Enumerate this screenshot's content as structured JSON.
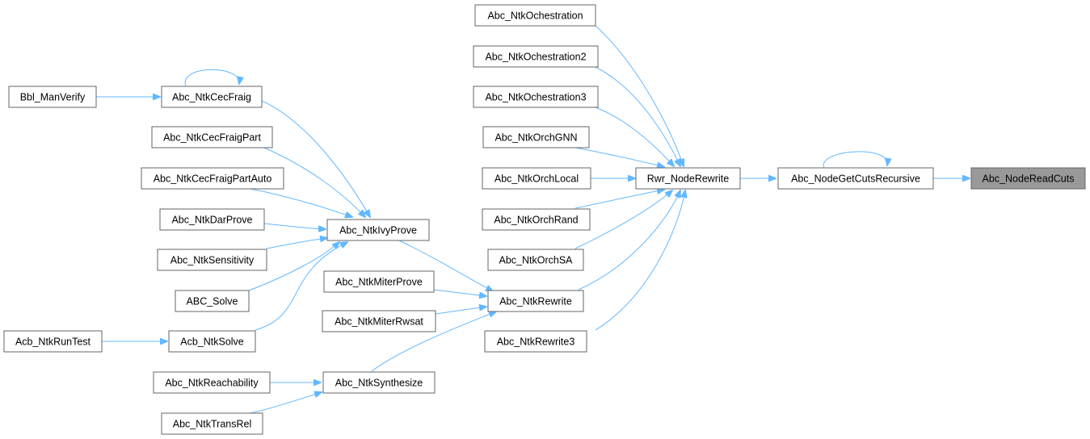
{
  "colors": {
    "edge": "#63b8ff",
    "current_fill": "#999999",
    "border": "#666666"
  },
  "nodes": {
    "bbl_manverify": "Bbl_ManVerify",
    "cecfraig": "Abc_NtkCecFraig",
    "cecfraigpart": "Abc_NtkCecFraigPart",
    "cecfraigpartauto": "Abc_NtkCecFraigPartAuto",
    "darprove": "Abc_NtkDarProve",
    "sensitivity": "Abc_NtkSensitivity",
    "abc_solve": "ABC_Solve",
    "acb_ntkruntest": "Acb_NtkRunTest",
    "acb_ntksolve": "Acb_NtkSolve",
    "reachability": "Abc_NtkReachability",
    "transrel": "Abc_NtkTransRel",
    "ivyprove": "Abc_NtkIvyProve",
    "miterprove": "Abc_NtkMiterProve",
    "miterrwsat": "Abc_NtkMiterRwsat",
    "synthesize": "Abc_NtkSynthesize",
    "ochestration": "Abc_NtkOchestration",
    "ochestration2": "Abc_NtkOchestration2",
    "ochestration3": "Abc_NtkOchestration3",
    "orchgnn": "Abc_NtkOrchGNN",
    "orchlocal": "Abc_NtkOrchLocal",
    "orchrand": "Abc_NtkOrchRand",
    "orchsa": "Abc_NtkOrchSA",
    "ntkrewrite": "Abc_NtkRewrite",
    "ntkrewrite3": "Abc_NtkRewrite3",
    "rwr_noderewrite": "Rwr_NodeRewrite",
    "nodegetcutsrecursive": "Abc_NodeGetCutsRecursive",
    "nodereadcuts": "Abc_NodeReadCuts"
  }
}
